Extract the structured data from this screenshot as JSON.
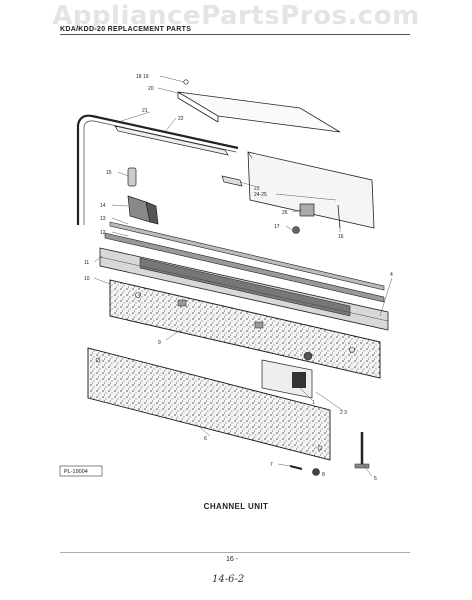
{
  "watermark": "AppliancePartsPros.com",
  "header": "KDA/KDD-20 REPLACEMENT PARTS",
  "caption": "CHANNEL UNIT",
  "page_number": "16 -",
  "handwritten_note": "14-6-2",
  "reference_id": "PL-19004",
  "callouts": {
    "c18_19": "18 19",
    "c20": "20",
    "c21": "21",
    "c22": "22",
    "c15": "15",
    "c23": "23",
    "c24_25": "24-25",
    "c14": "14",
    "c13": "13",
    "c12": "12",
    "c26": "26",
    "c17": "17",
    "c16": "16",
    "c11": "11",
    "c10": "10",
    "c4": "4",
    "c9": "9",
    "c1": "1",
    "c2_3": "2 3",
    "c6": "6",
    "c7": "7",
    "c8": "8",
    "c5": "5"
  }
}
